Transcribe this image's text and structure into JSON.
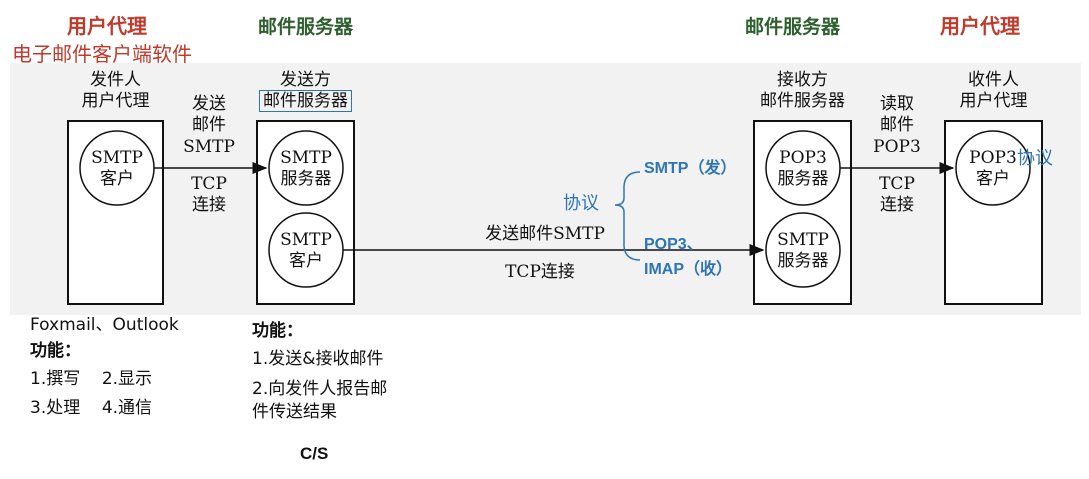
{
  "top_labels": {
    "left_agent": "用户代理",
    "left_agent_sub": "电子邮件客户端软件",
    "left_server": "邮件服务器",
    "right_server": "邮件服务器",
    "right_agent": "用户代理"
  },
  "entities": {
    "sender_agent": {
      "title1": "发件人",
      "title2": "用户代理",
      "circle1": "SMTP",
      "circle2": "客户"
    },
    "send_server": {
      "title1": "发送方",
      "title2": "邮件服务器",
      "circle_top1": "SMTP",
      "circle_top2": "服务器",
      "circle_bot1": "SMTP",
      "circle_bot2": "客户"
    },
    "recv_server": {
      "title1": "接收方",
      "title2": "邮件服务器",
      "circle_top1": "POP3",
      "circle_top2": "服务器",
      "circle_bot1": "SMTP",
      "circle_bot2": "服务器"
    },
    "recv_agent": {
      "title1": "收件人",
      "title2": "用户代理",
      "circle1": "POP3",
      "circle2": "客户"
    }
  },
  "links": {
    "send_mail_l1": "发送",
    "send_mail_l2": "邮件",
    "send_mail_l3": "SMTP",
    "tcp_l1": "TCP",
    "tcp_l2": "连接",
    "middle_top": "发送邮件SMTP",
    "middle_bottom": "TCP连接",
    "read_l1": "读取",
    "read_l2": "邮件",
    "read_l3": "POP3",
    "tcp2_l1": "TCP",
    "tcp2_l2": "连接"
  },
  "protocol": {
    "label": "协议",
    "smtp": "SMTP（发）",
    "pop3": "POP3、",
    "imap": "IMAP（收）",
    "right_label": "协议"
  },
  "notes_left": {
    "clients": "Foxmail、Outlook",
    "func_title": "功能：",
    "line1": "1.撰写    2.显示",
    "line2": "3.处理    4.通信"
  },
  "notes_mid": {
    "func_title": "功能：",
    "line1": "1.发送&接收邮件",
    "line2": "2.向发件人报告邮",
    "line3": "件传送结果",
    "cs": "C/S"
  },
  "colors": {
    "red": "#c0392b",
    "green": "#2e5f2e",
    "blue": "#2e75b6"
  }
}
